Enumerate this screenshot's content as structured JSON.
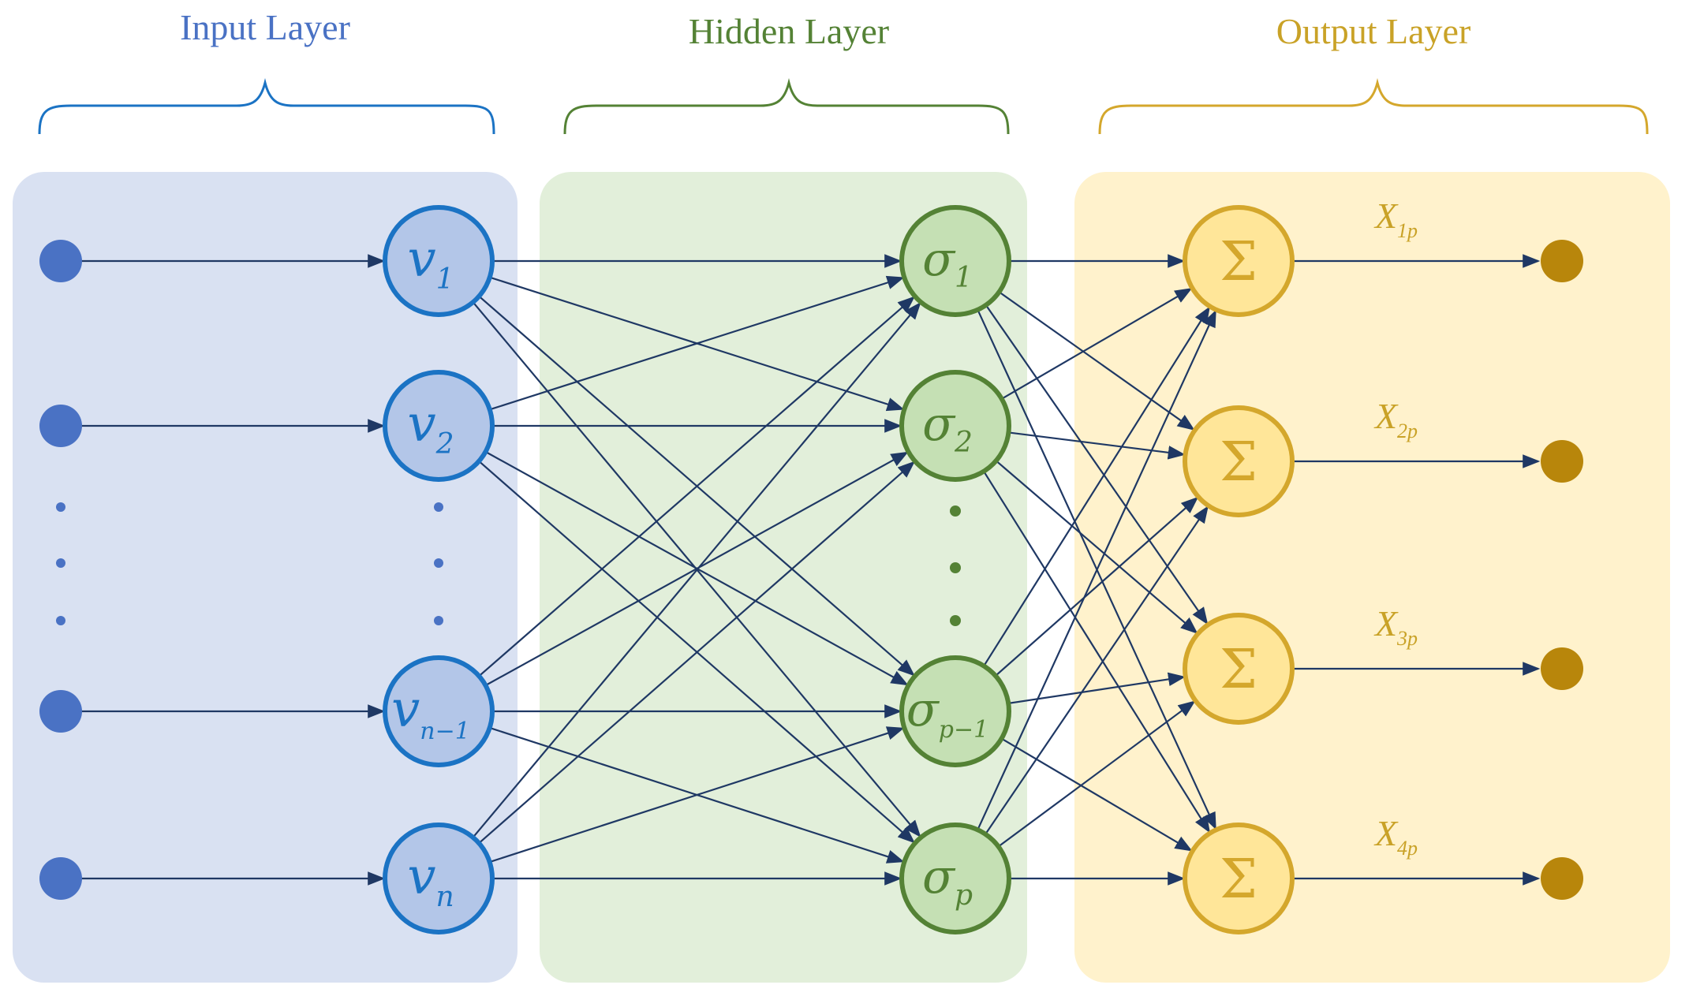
{
  "layers": {
    "input": {
      "title": "Input Layer",
      "color": "#4a72c4",
      "stroke": "#1b73c4",
      "fill": "#b3c6e8",
      "panel": "#d9e1f2",
      "dot": "#4a72c4"
    },
    "hidden": {
      "title": "Hidden Layer",
      "color": "#548235",
      "stroke": "#548235",
      "fill": "#c5e0b4",
      "panel": "#e2efda",
      "dot": "#548235"
    },
    "output": {
      "title": "Output Layer",
      "color": "#c9a227",
      "stroke": "#d4a72c",
      "fill": "#ffe699",
      "panel": "#fff2cc",
      "dot": "#b8860b"
    }
  },
  "edge_color": "#1f3864",
  "input_nodes": [
    {
      "sym": "v",
      "sub": "1"
    },
    {
      "sym": "v",
      "sub": "2"
    },
    {
      "sym": "v",
      "sub": "n−1"
    },
    {
      "sym": "v",
      "sub": "n"
    }
  ],
  "hidden_nodes": [
    {
      "sym": "σ",
      "sub": "1"
    },
    {
      "sym": "σ",
      "sub": "2"
    },
    {
      "sym": "σ",
      "sub": "p−1"
    },
    {
      "sym": "σ",
      "sub": "p"
    }
  ],
  "output_nodes": [
    {
      "sym": "Σ"
    },
    {
      "sym": "Σ"
    },
    {
      "sym": "Σ"
    },
    {
      "sym": "Σ"
    }
  ],
  "output_labels": [
    {
      "sym": "X",
      "sub": "1p"
    },
    {
      "sym": "X",
      "sub": "2p"
    },
    {
      "sym": "X",
      "sub": "3p"
    },
    {
      "sym": "X",
      "sub": "4p"
    }
  ]
}
